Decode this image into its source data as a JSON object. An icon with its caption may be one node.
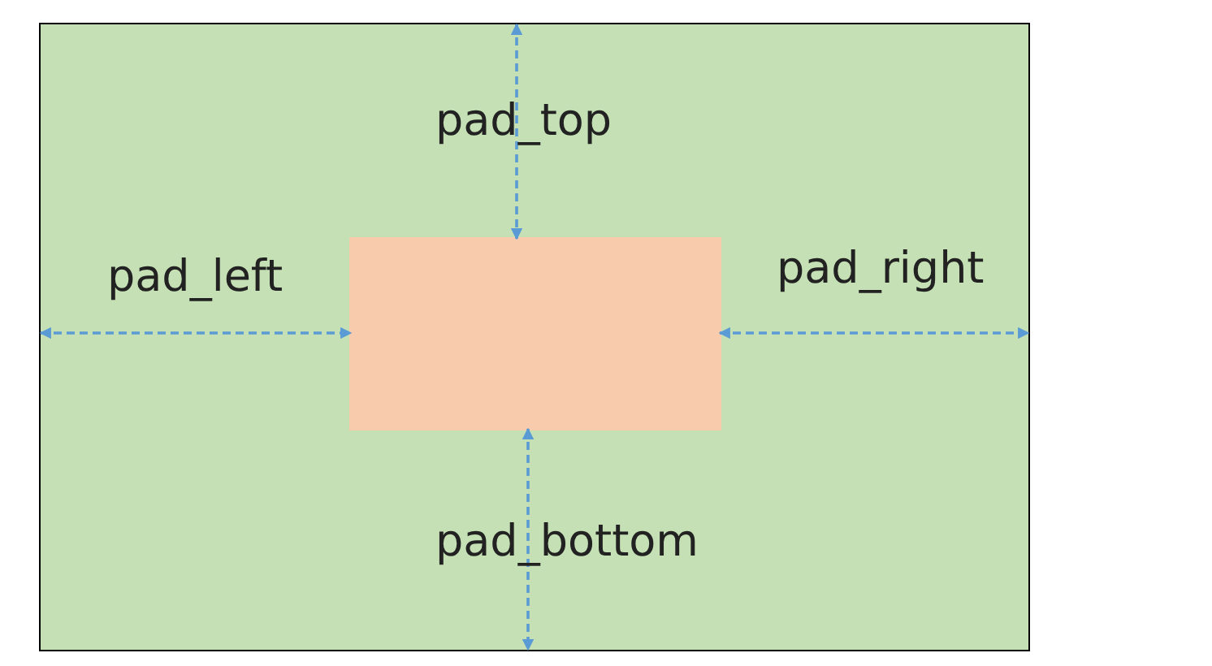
{
  "diagram": {
    "nodes": [
      {
        "text": [],
        "shape": "box"
      },
      {
        "text": [],
        "shape": "box",
        "in": 0
      }
    ],
    "edges": [
      {
        "from": 0,
        "to": 1,
        "arrow": "both",
        "style": "dashed"
      },
      {
        "from": 0,
        "to": 1,
        "arrow": "both",
        "style": "dashed"
      },
      {
        "from": 1,
        "to": 0,
        "arrow": "both",
        "style": "dashed"
      },
      {
        "from": 1,
        "to": 0,
        "arrow": "both",
        "style": "dashed"
      }
    ],
    "labels": [
      "pad_top",
      "pad_left",
      "pad_right",
      "pad_bottom"
    ]
  }
}
